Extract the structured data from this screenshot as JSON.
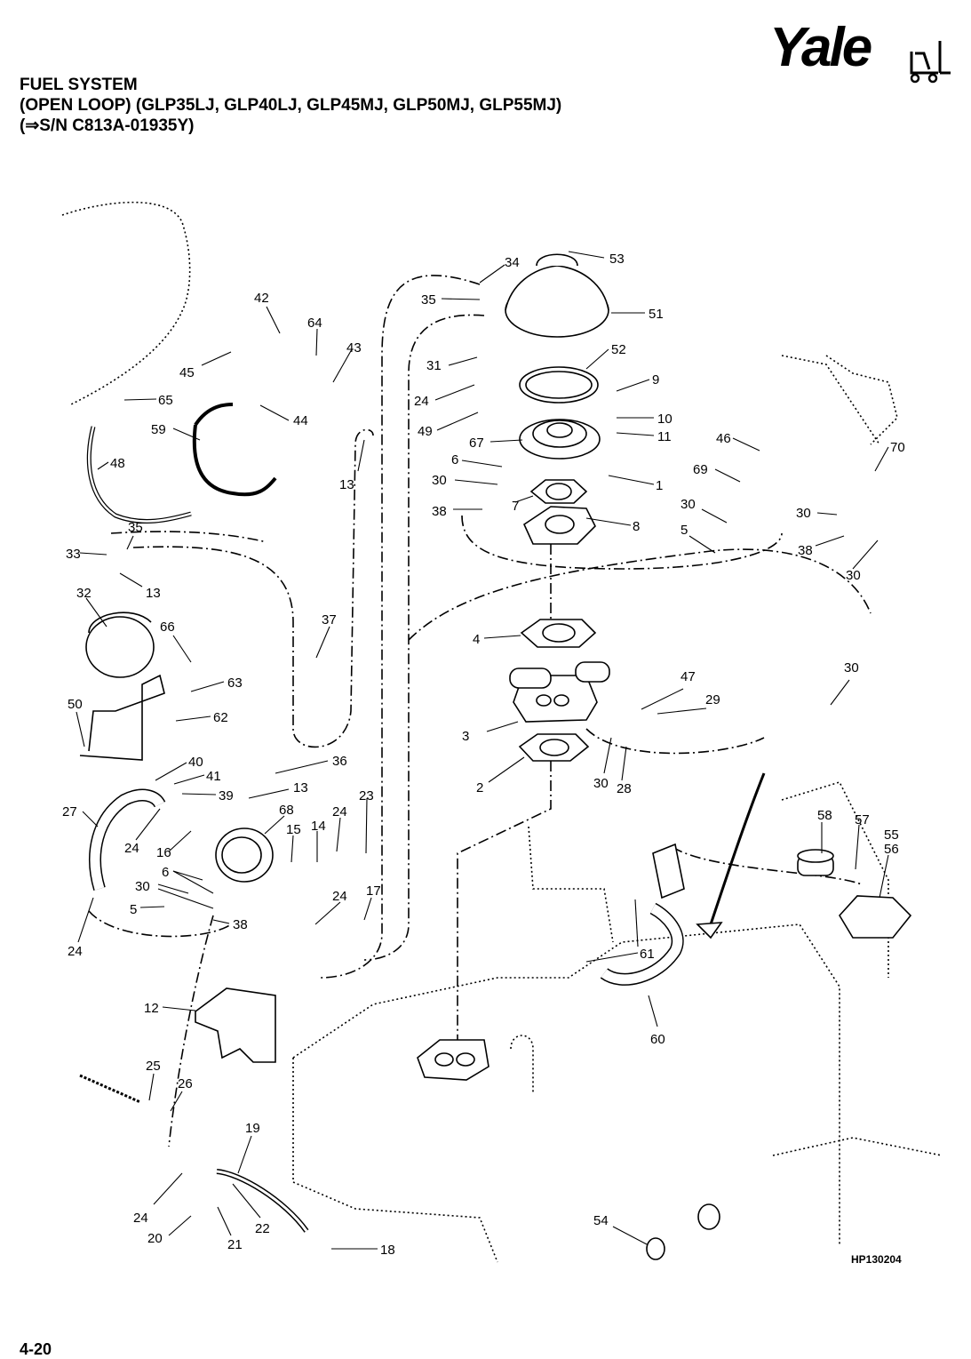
{
  "header": {
    "line1": "FUEL SYSTEM",
    "line2": "(OPEN LOOP) (GLP35LJ, GLP40LJ, GLP45MJ, GLP50MJ, GLP55MJ)",
    "line3": "(⇒S/N C813A-01935Y)"
  },
  "logo": {
    "text": "Yale"
  },
  "figure_id": "HP130204",
  "page_number": "4-20",
  "callouts": [
    {
      "text": "53"
    },
    {
      "text": "34"
    },
    {
      "text": "35"
    },
    {
      "text": "51"
    },
    {
      "text": "52"
    },
    {
      "text": "42"
    },
    {
      "text": "64"
    },
    {
      "text": "43"
    },
    {
      "text": "45"
    },
    {
      "text": "31"
    },
    {
      "text": "9"
    },
    {
      "text": "65"
    },
    {
      "text": "24"
    },
    {
      "text": "44"
    },
    {
      "text": "10"
    },
    {
      "text": "49"
    },
    {
      "text": "59"
    },
    {
      "text": "11"
    },
    {
      "text": "46"
    },
    {
      "text": "70"
    },
    {
      "text": "67"
    },
    {
      "text": "13"
    },
    {
      "text": "48"
    },
    {
      "text": "6"
    },
    {
      "text": "69"
    },
    {
      "text": "1"
    },
    {
      "text": "30"
    },
    {
      "text": "7"
    },
    {
      "text": "38"
    },
    {
      "text": "30"
    },
    {
      "text": "30"
    },
    {
      "text": "8"
    },
    {
      "text": "35"
    },
    {
      "text": "5"
    },
    {
      "text": "38"
    },
    {
      "text": "33"
    },
    {
      "text": "13"
    },
    {
      "text": "30"
    },
    {
      "text": "32"
    },
    {
      "text": "37"
    },
    {
      "text": "66"
    },
    {
      "text": "4"
    },
    {
      "text": "63"
    },
    {
      "text": "30"
    },
    {
      "text": "47"
    },
    {
      "text": "50"
    },
    {
      "text": "29"
    },
    {
      "text": "62"
    },
    {
      "text": "3"
    },
    {
      "text": "40"
    },
    {
      "text": "36"
    },
    {
      "text": "41"
    },
    {
      "text": "13"
    },
    {
      "text": "2"
    },
    {
      "text": "30"
    },
    {
      "text": "28"
    },
    {
      "text": "39"
    },
    {
      "text": "23"
    },
    {
      "text": "27"
    },
    {
      "text": "68"
    },
    {
      "text": "24"
    },
    {
      "text": "58"
    },
    {
      "text": "57"
    },
    {
      "text": "55"
    },
    {
      "text": "56"
    },
    {
      "text": "15"
    },
    {
      "text": "14"
    },
    {
      "text": "24"
    },
    {
      "text": "16"
    },
    {
      "text": "6"
    },
    {
      "text": "30"
    },
    {
      "text": "17"
    },
    {
      "text": "5"
    },
    {
      "text": "24"
    },
    {
      "text": "38"
    },
    {
      "text": "24"
    },
    {
      "text": "61"
    },
    {
      "text": "12"
    },
    {
      "text": "60"
    },
    {
      "text": "25"
    },
    {
      "text": "26"
    },
    {
      "text": "19"
    },
    {
      "text": "54"
    },
    {
      "text": "24"
    },
    {
      "text": "22"
    },
    {
      "text": "20"
    },
    {
      "text": "21"
    },
    {
      "text": "18"
    }
  ]
}
